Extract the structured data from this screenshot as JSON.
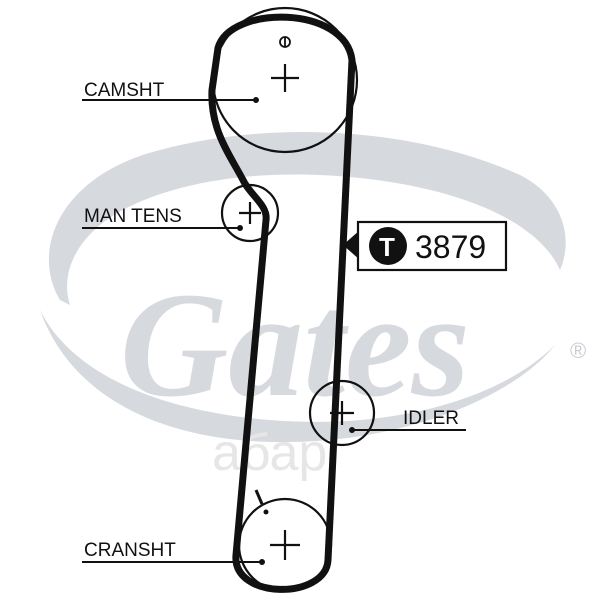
{
  "watermark": {
    "brand": "Gates",
    "registered_mark": "®",
    "ghost_text": "aбар"
  },
  "part": {
    "badge_letter": "T",
    "number": "3879"
  },
  "pulleys": {
    "camshaft": {
      "label": "CAMSHT"
    },
    "manual_tensioner": {
      "label": "MAN TENS"
    },
    "idler": {
      "label": "IDLER"
    },
    "crankshaft": {
      "label": "CRANSHT"
    }
  },
  "colors": {
    "line": "#111111",
    "logo_gray": "#d6d9de",
    "background": "#ffffff"
  }
}
